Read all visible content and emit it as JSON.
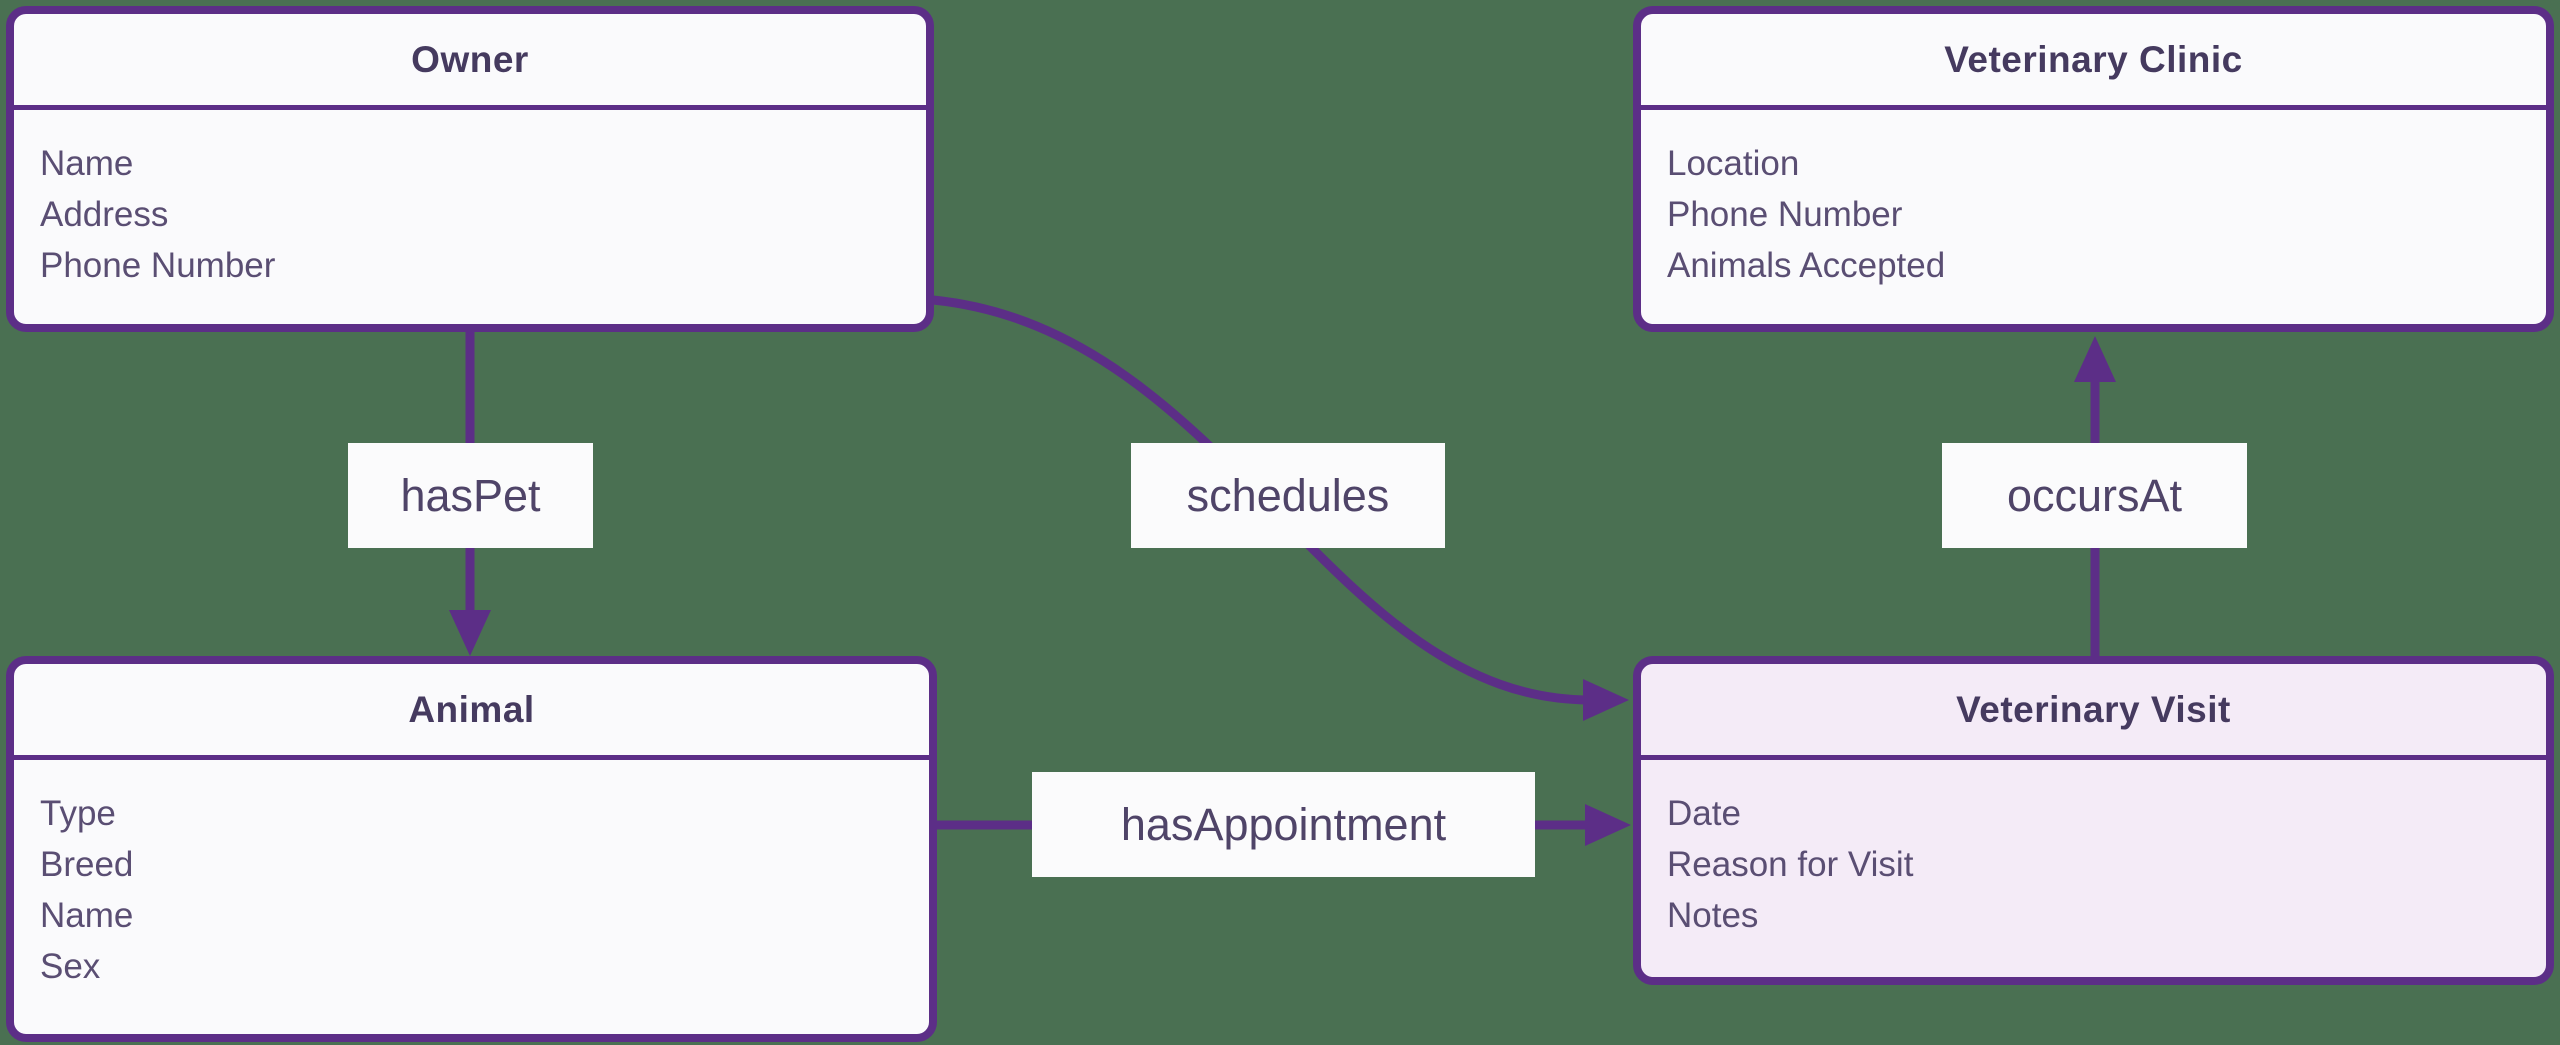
{
  "diagram": {
    "type": "entity-relationship",
    "topic": "veterinary clinic data model"
  },
  "colors": {
    "bg": "#4A7052",
    "accent": "#5C2E87",
    "box-fill": "#FAFAFC",
    "box-fill-highlight": "#F4EBF7",
    "label-fill": "#FBFBFC",
    "title-color": "#453A5F",
    "attr-color": "#5A4E73",
    "label-color": "#4F4468"
  },
  "entities": [
    {
      "id": "owner",
      "title": "Owner",
      "attributes": [
        "Name",
        "Address",
        "Phone Number"
      ]
    },
    {
      "id": "veterinary-clinic",
      "title": "Veterinary Clinic",
      "attributes": [
        "Location",
        "Phone Number",
        "Animals Accepted"
      ]
    },
    {
      "id": "animal",
      "title": "Animal",
      "attributes": [
        "Type",
        "Breed",
        "Name",
        "Sex"
      ]
    },
    {
      "id": "veterinary-visit",
      "title": "Veterinary Visit",
      "attributes": [
        "Date",
        "Reason for Visit",
        "Notes"
      ]
    }
  ],
  "relationships": [
    {
      "label": "hasPet",
      "from": "Owner",
      "to": "Animal"
    },
    {
      "label": "schedules",
      "from": "Owner",
      "to": "Veterinary Visit"
    },
    {
      "label": "occursAt",
      "from": "Veterinary Visit",
      "to": "Veterinary Clinic"
    },
    {
      "label": "hasAppointment",
      "from": "Animal",
      "to": "Veterinary Visit"
    }
  ]
}
